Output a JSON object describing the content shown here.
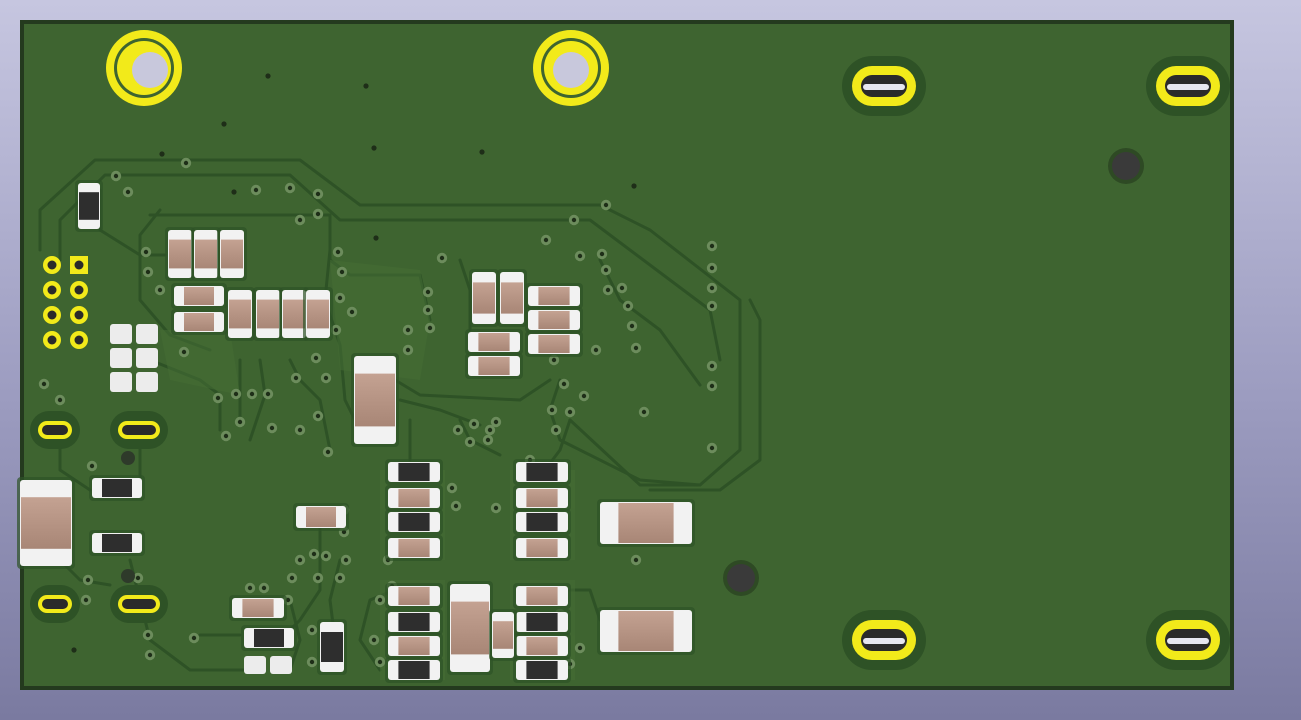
{
  "scene": {
    "description_shown": "",
    "colors": {
      "background_top": "#c6c6e0",
      "background_bottom": "#7a7aa0",
      "board": "#3e6430",
      "board_edge": "#243a1e",
      "copper_pour": "#456d35",
      "trace": "#2e5226",
      "pad_gold": "#f2ea1a",
      "via": "#2a3c22",
      "component_body": "#b49282",
      "component_terminal": "#f2f2f2",
      "component_dark": "#2e2e2e",
      "drill": "#c8c8dc"
    },
    "icons": [
      "pcb-board",
      "mounting-hole",
      "slotted-pad",
      "smd-resistor",
      "smd-capacitor",
      "via",
      "pin-header"
    ]
  }
}
